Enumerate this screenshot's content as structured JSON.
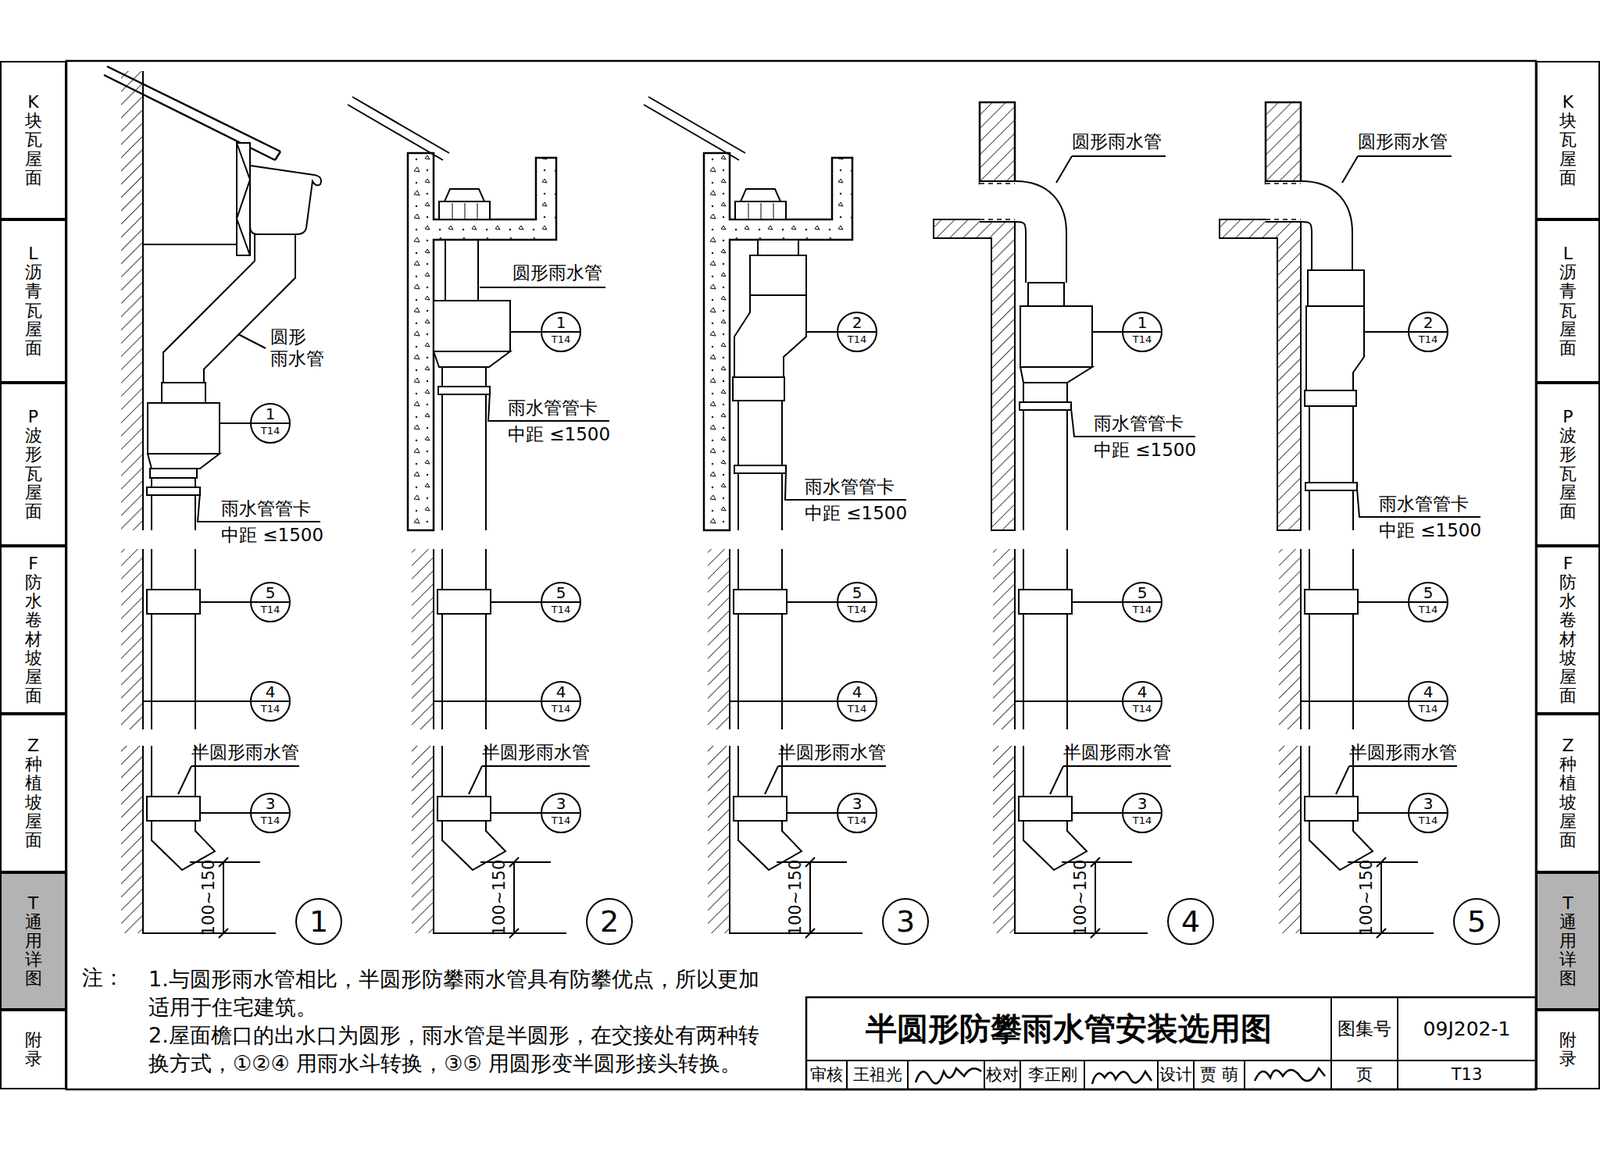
{
  "diagram": {
    "title": "半圆形防攀雨水管安装选用图",
    "nodes": [
      {
        "text": [
          "K块瓦屋面"
        ]
      },
      {
        "text": [
          "L沥青瓦屋面"
        ]
      },
      {
        "text": [
          "P波形瓦屋面"
        ]
      },
      {
        "text": [
          "F防水卷材坡屋面"
        ]
      },
      {
        "text": [
          "Z种植坡屋面"
        ]
      },
      {
        "text": [
          "T通用详图"
        ]
      },
      {
        "text": [
          "附录"
        ]
      },
      {
        "text": [
          "1",
          "T14"
        ]
      },
      {
        "text": [
          "5",
          "T14"
        ]
      },
      {
        "text": [
          "4",
          "T14"
        ]
      },
      {
        "text": [
          "3",
          "T14"
        ]
      },
      {
        "text": [
          "1"
        ]
      },
      {
        "text": [
          "1",
          "T14"
        ]
      },
      {
        "text": [
          "5",
          "T14"
        ]
      },
      {
        "text": [
          "4",
          "T14"
        ]
      },
      {
        "text": [
          "3",
          "T14"
        ]
      },
      {
        "text": [
          "2"
        ]
      },
      {
        "text": [
          "2",
          "T14"
        ]
      },
      {
        "text": [
          "5",
          "T14"
        ]
      },
      {
        "text": [
          "4",
          "T14"
        ]
      },
      {
        "text": [
          "3",
          "T14"
        ]
      },
      {
        "text": [
          "3"
        ]
      },
      {
        "text": [
          "1",
          "T14"
        ]
      },
      {
        "text": [
          "5",
          "T14"
        ]
      },
      {
        "text": [
          "4",
          "T14"
        ]
      },
      {
        "text": [
          "3",
          "T14"
        ]
      },
      {
        "text": [
          "4"
        ]
      },
      {
        "text": [
          "2",
          "T14"
        ]
      },
      {
        "text": [
          "5",
          "T14"
        ]
      },
      {
        "text": [
          "4",
          "T14"
        ]
      },
      {
        "text": [
          "3",
          "T14"
        ]
      },
      {
        "text": [
          "5"
        ]
      },
      {
        "text": [
          "K块瓦屋面"
        ]
      },
      {
        "text": [
          "L沥青瓦屋面"
        ]
      },
      {
        "text": [
          "P波形瓦屋面"
        ]
      },
      {
        "text": [
          "F防水卷材坡屋面"
        ]
      },
      {
        "text": [
          "Z种植坡屋面"
        ]
      },
      {
        "text": [
          "T通用详图"
        ]
      },
      {
        "text": [
          "附录"
        ]
      }
    ],
    "labels": [
      "圆形 雨水管",
      "雨水管管卡",
      "中距 ≤1500",
      "半圆形雨水管",
      "100~150",
      "圆形雨水管",
      "雨水管管卡",
      "中距 ≤1500",
      "半圆形雨水管",
      "100~150",
      "雨水管管卡",
      "中距 ≤1500",
      "半圆形雨水管",
      "100~150",
      "圆形雨水管",
      "雨水管管卡",
      "中距 ≤1500",
      "半圆形雨水管",
      "100~150",
      "圆形雨水管",
      "雨水管管卡",
      "中距 ≤1500",
      "半圆形雨水管",
      "100~150",
      "注：",
      "1.与圆形雨水管相比，半圆形防攀雨水管具有防攀优点，所以更加 适用于住宅建筑。",
      "2.屋面檐口的出水口为圆形，雨水管是半圆形，在交接处有两种转 换方式，①②④ 用雨水斗转换，③⑤ 用圆形变半圆形接头转换。",
      "图集号",
      "09J202-1",
      "审核",
      "王祖光",
      "校对",
      "李正刚",
      "设计",
      "贾 萌",
      "页",
      "T13"
    ]
  }
}
